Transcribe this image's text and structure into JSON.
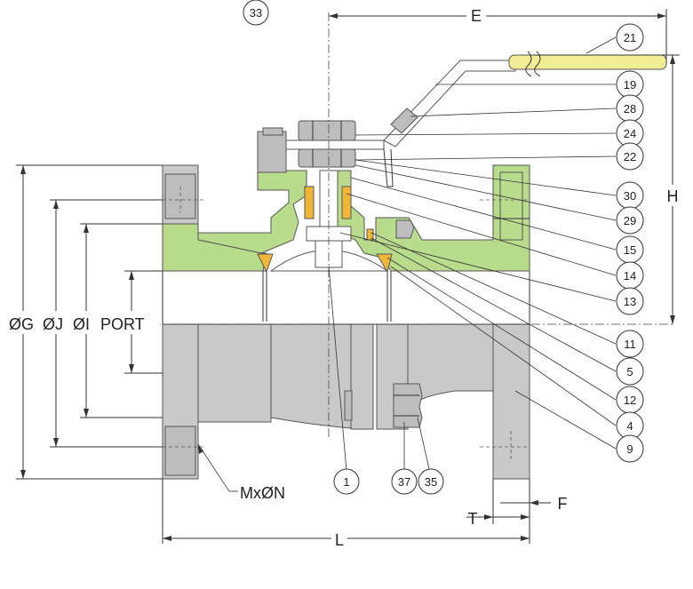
{
  "dimensions": {
    "E": "E",
    "H": "H",
    "L": "L",
    "T": "T",
    "F": "F",
    "G": "ØG",
    "J": "ØJ",
    "I": "ØI",
    "port": "PORT",
    "bolts": "MxØN"
  },
  "balloons": [
    "33",
    "21",
    "19",
    "28",
    "24",
    "22",
    "30",
    "29",
    "15",
    "14",
    "13",
    "11",
    "5",
    "12",
    "4",
    "9",
    "1",
    "37",
    "35"
  ],
  "colors": {
    "body": "#c9c9c9",
    "bonnet": "#b9dc8c",
    "seat": "#f2b636",
    "handle_grip": "#f1ee95",
    "line": "#333333"
  }
}
